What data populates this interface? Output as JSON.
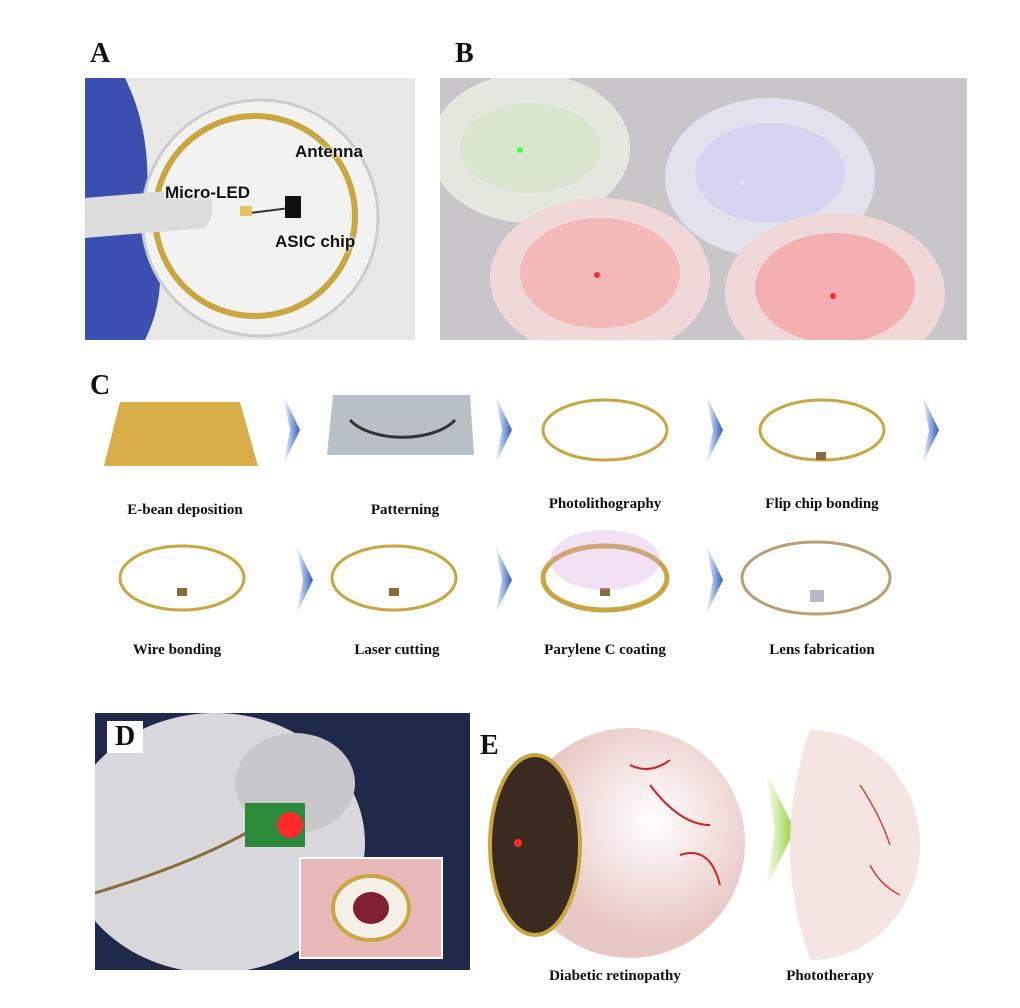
{
  "panels": {
    "a": {
      "label": "A",
      "annotations": {
        "antenna": "Antenna",
        "micro_led": "Micro-LED",
        "asic": "ASIC chip"
      }
    },
    "b": {
      "label": "B"
    },
    "c": {
      "label": "C",
      "steps": [
        "E-bean deposition",
        "Patterning",
        "Photolithography",
        "Flip chip bonding",
        "Wire bonding",
        "Laser cutting",
        "Parylene C coating",
        "Lens fabrication"
      ]
    },
    "d": {
      "label": "D"
    },
    "e": {
      "label": "E",
      "captions": {
        "left": "Diabetic retinopathy",
        "right": "Phototherapy"
      }
    }
  },
  "colors": {
    "gold": "#c9a640",
    "arrow": "#2f5fbf",
    "glove": "#3a4fb0",
    "led_red": "#ff2a2a"
  }
}
